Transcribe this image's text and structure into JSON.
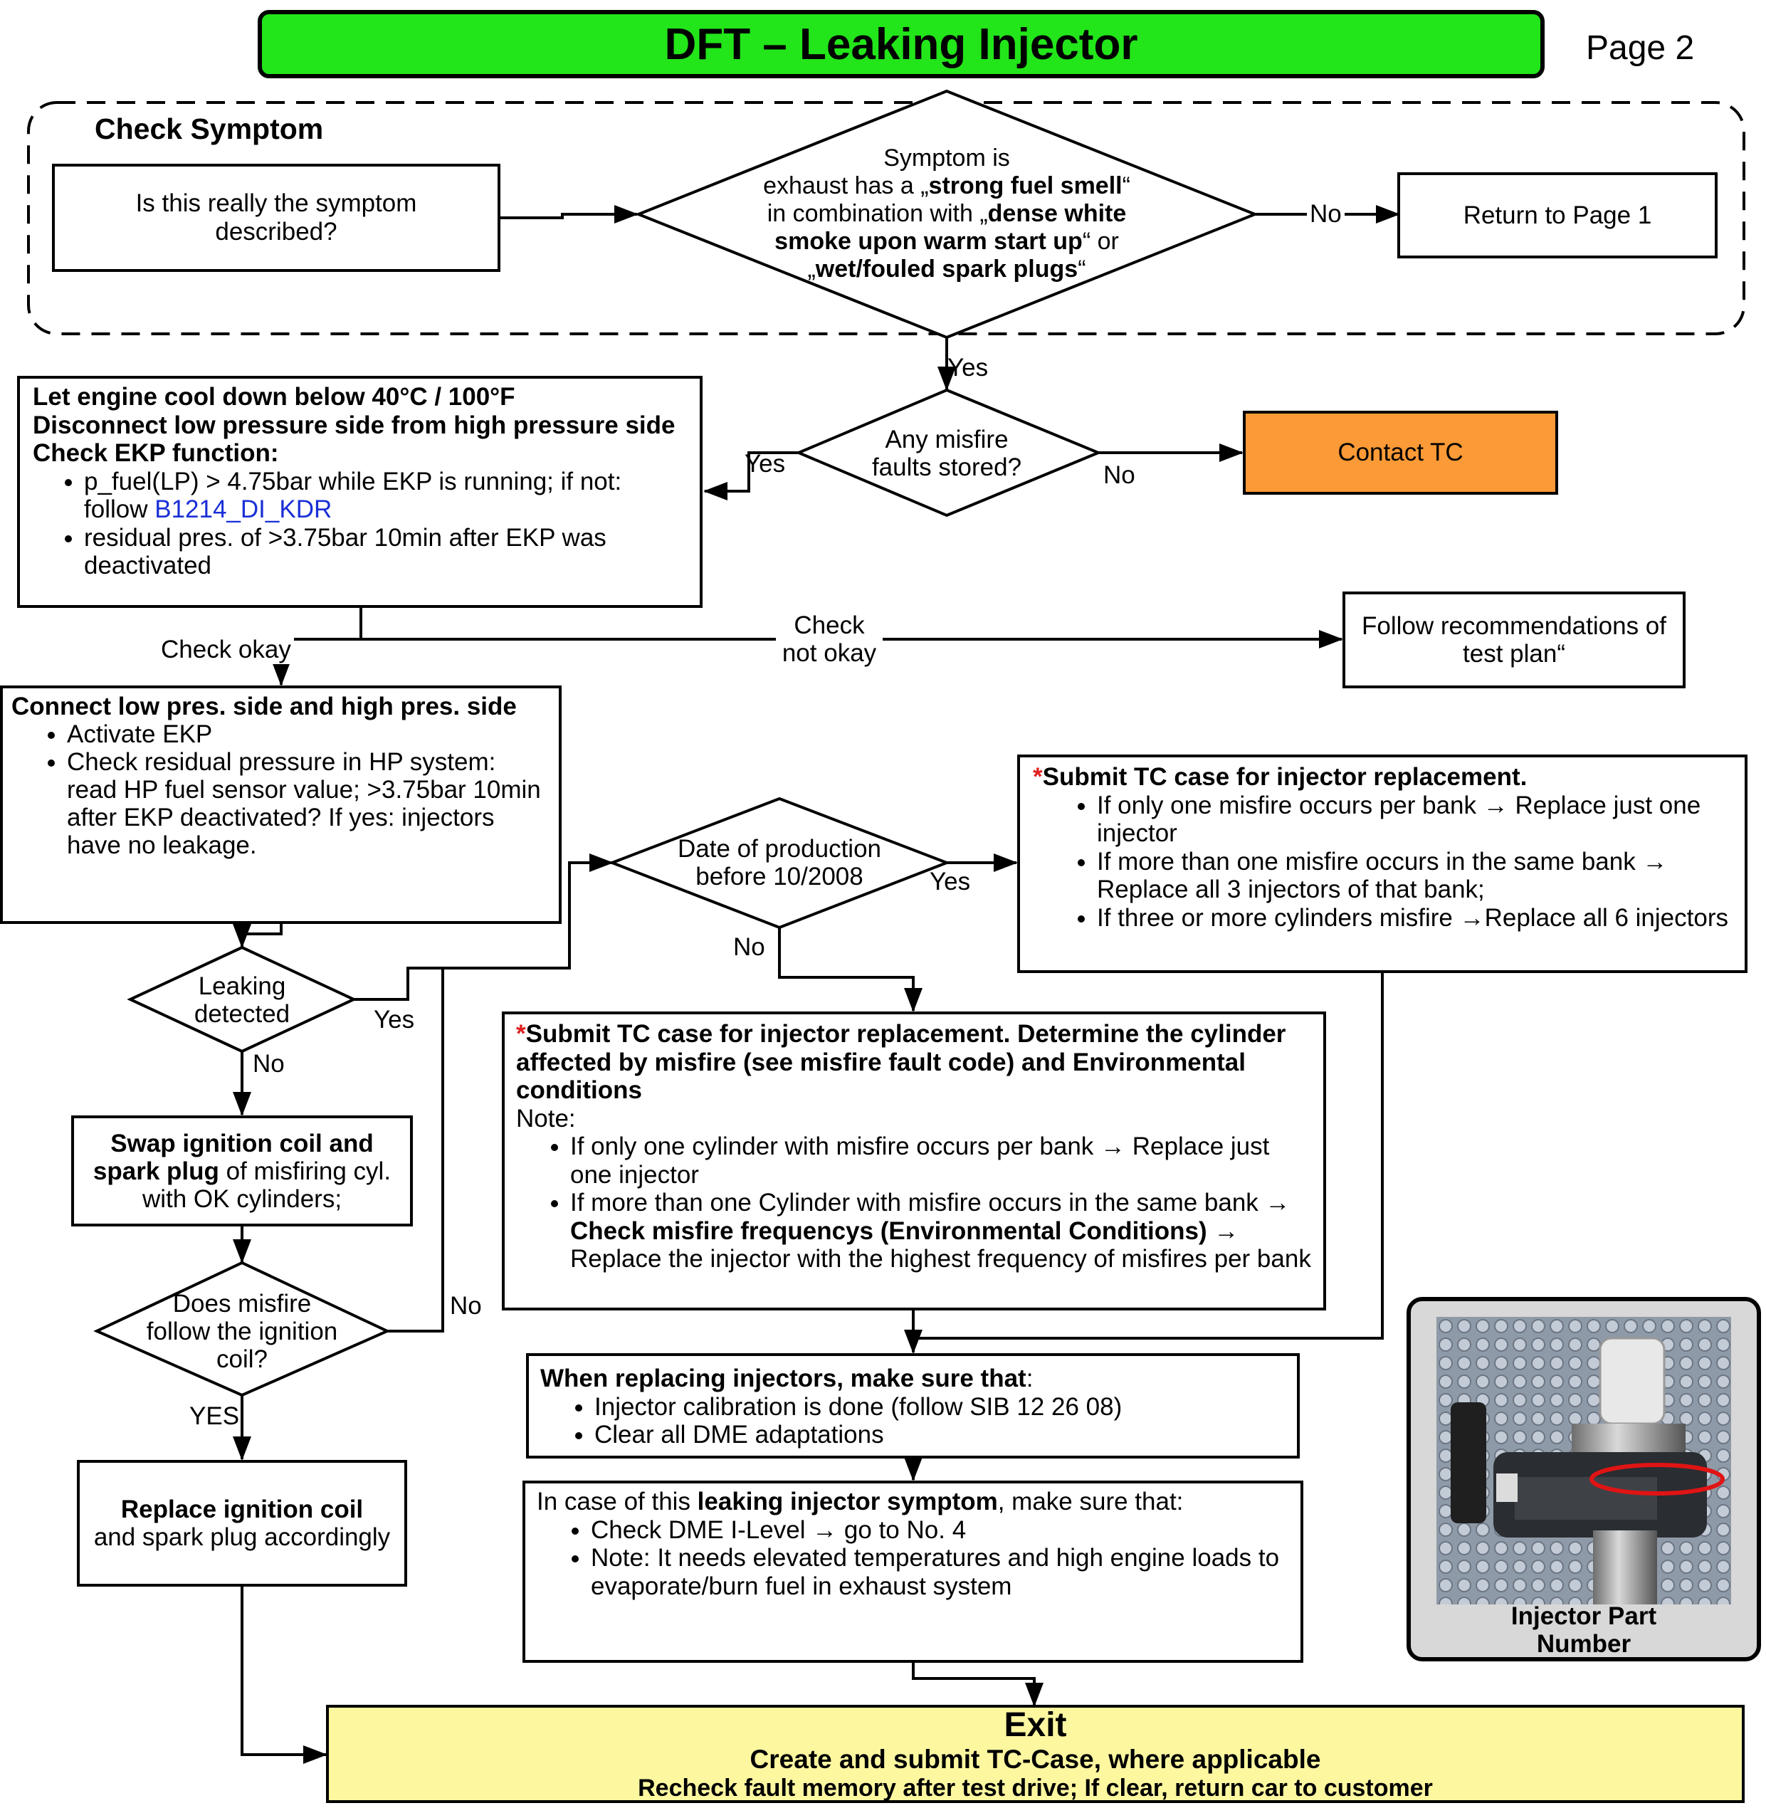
{
  "title": "DFT – Leaking Injector",
  "page": "Page 2",
  "colors": {
    "title_bg": "#22e51a",
    "contact_bg": "#fb9a36",
    "exit_bg": "#fdf7a0",
    "photo_frame": "#d8d8d8",
    "link": "#1a2fd6",
    "asterisk": "#e02020"
  },
  "check_symptom": {
    "header": "Check Symptom",
    "question": "Is this really the symptom described?",
    "diamond": {
      "line1": "Symptom is",
      "line2a": "exhaust has a „",
      "line2b": "strong fuel smell",
      "line2c": "“",
      "line3a": "in combination with „",
      "line3b": "dense white",
      "line4a": "smoke upon warm start up",
      "line4b": "“ or",
      "line5a": "„",
      "line5b": "wet/fouled spark plugs",
      "line5c": "“"
    },
    "no_label": "No",
    "return": "Return to Page 1"
  },
  "yes1": "Yes",
  "misfire_diamond": "Any misfire faults stored?",
  "misfire_yes": "Yes",
  "misfire_no": "No",
  "contact": "Contact TC",
  "cool_box": {
    "l1": "Let engine cool down below 40°C / 100°F",
    "l2": "Disconnect low pressure side from high pressure side",
    "l3": "Check EKP function:",
    "b1a": "p_fuel(LP) > 4.75bar while EKP is running; if not: follow ",
    "b1link": "B1214_DI_KDR",
    "b2": "residual pres. of >3.75bar 10min after EKP was deactivated"
  },
  "check_okay": "Check okay",
  "check_not_okay_1": "Check",
  "check_not_okay_2": "not okay",
  "follow_box": "Follow recommendations of test plan“",
  "connect_box": {
    "title": "Connect low pres. side and high pres. side",
    "b1": "Activate EKP",
    "b2": "Check residual pressure in HP system: read HP fuel sensor value; >3.75bar 10min after EKP deactivated? If yes: injectors have no leakage."
  },
  "leaking_diamond": "Leaking detected",
  "leaking_yes": "Yes",
  "leaking_no": "No",
  "date_diamond": "Date of production before 10/2008",
  "date_yes": "Yes",
  "date_no": "No",
  "submit1": {
    "star": "*",
    "title": "Submit TC case for injector replacement.",
    "b1": "If only one misfire occurs per bank → Replace just one injector",
    "b2": "If more than one misfire occurs in the same bank → Replace all 3 injectors of that bank;",
    "b3": "If three or more cylinders misfire →Replace all 6 injectors"
  },
  "submit2": {
    "star": "*",
    "title": "Submit TC case for injector replacement. Determine the cylinder affected by misfire (see misfire fault code) and Environmental conditions",
    "note": "Note:",
    "b1": "If only one cylinder with misfire occurs per bank → Replace just one injector",
    "b2a": "If more than one Cylinder with misfire occurs in the same bank →  ",
    "b2b": "Check misfire frequencys (Environmental Conditions)",
    "b2c": " → Replace the injector with the highest frequency of misfires per bank"
  },
  "swap_box": {
    "bold": "Swap ignition coil and spark plug",
    "rest": " of misfiring cyl. with OK cylinders;"
  },
  "follow_diamond": "Does misfire follow the ignition coil?",
  "follow_no": "No",
  "follow_yes": "YES",
  "replace_box": {
    "bold": "Replace ignition coil",
    "rest": "and spark plug accordingly"
  },
  "when_box": {
    "title": "When replacing injectors, make sure that",
    "colon": ":",
    "b1": "Injector calibration is done (follow SIB 12 26 08)",
    "b2": "Clear all DME adaptations"
  },
  "case_box": {
    "l1a": "In case of this ",
    "l1b": "leaking injector symptom",
    "l1c": ", make sure that:",
    "b1": "Check DME I-Level → go to No. 4",
    "b2": "Note: It needs elevated temperatures and high engine loads to evaporate/burn fuel in exhaust system"
  },
  "photo_caption": "Injector Part Number",
  "exit": {
    "title": "Exit",
    "l1": "Create and submit TC-Case, where applicable",
    "l2": "Recheck fault memory after test drive; If clear, return car to customer"
  }
}
